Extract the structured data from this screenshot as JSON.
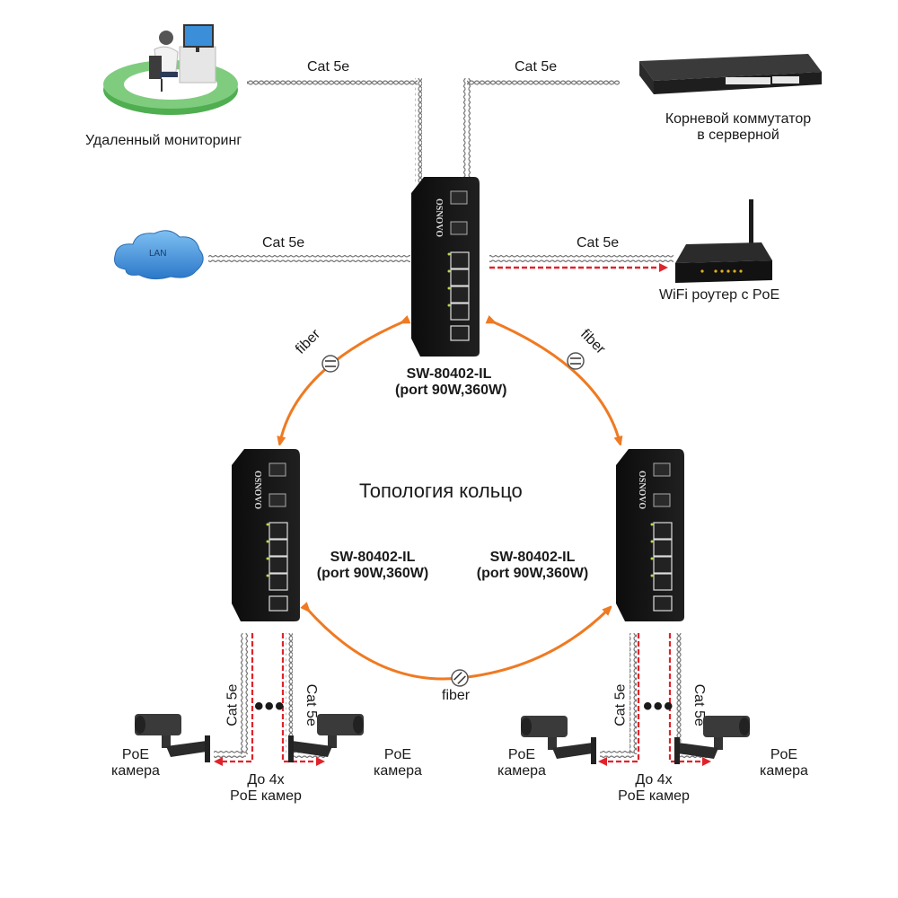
{
  "diagram": {
    "title": "Топология кольцо",
    "colors": {
      "fiber": "#ef7a22",
      "poe_arrow": "#e0232b",
      "switch_body": "#141414",
      "cable": "#8a8a8a",
      "cloud": "#3a86d6",
      "monitor_ring": "#5bb85c"
    },
    "nodes": {
      "remote_monitoring": {
        "label": "Удаленный мониторинг",
        "icon": "workstation-icon"
      },
      "root_switch": {
        "label_line1": "Корневой коммутатор",
        "label_line2": "в серверной",
        "icon": "rack-switch-icon"
      },
      "lan": {
        "label": "LAN",
        "icon": "cloud-icon"
      },
      "wifi_router": {
        "label": "WiFi роутер с PoE",
        "icon": "router-icon"
      },
      "switch_top": {
        "model": "SW-80402-IL",
        "ports": "(port 90W,360W)",
        "brand": "OSNOVO"
      },
      "switch_left": {
        "model": "SW-80402-IL",
        "ports": "(port 90W,360W)",
        "brand": "OSNOVO"
      },
      "switch_right": {
        "model": "SW-80402-IL",
        "ports": "(port 90W,360W)",
        "brand": "OSNOVO"
      }
    },
    "links": {
      "monitoring_cable": "Cat 5e",
      "root_cable": "Cat 5e",
      "lan_cable": "Cat 5e",
      "router_cable": "Cat 5e",
      "fiber_left": "fiber",
      "fiber_right": "fiber",
      "fiber_bottom": "fiber"
    },
    "camera_groups": {
      "left": {
        "cable_left": "Cat 5e",
        "cable_right": "Cat 5e",
        "ellipsis": "•••",
        "camera_left": {
          "line1": "PoE",
          "line2": "камера"
        },
        "camera_right": {
          "line1": "PoE",
          "line2": "камера"
        },
        "count_line1": "До 4х",
        "count_line2": "PoE камер"
      },
      "right": {
        "cable_left": "Cat 5e",
        "cable_right": "Cat 5e",
        "ellipsis": "•••",
        "camera_left": {
          "line1": "PoE",
          "line2": "камера"
        },
        "camera_right": {
          "line1": "PoE",
          "line2": "камера"
        },
        "count_line1": "До 4х",
        "count_line2": "PoE камер"
      }
    }
  }
}
